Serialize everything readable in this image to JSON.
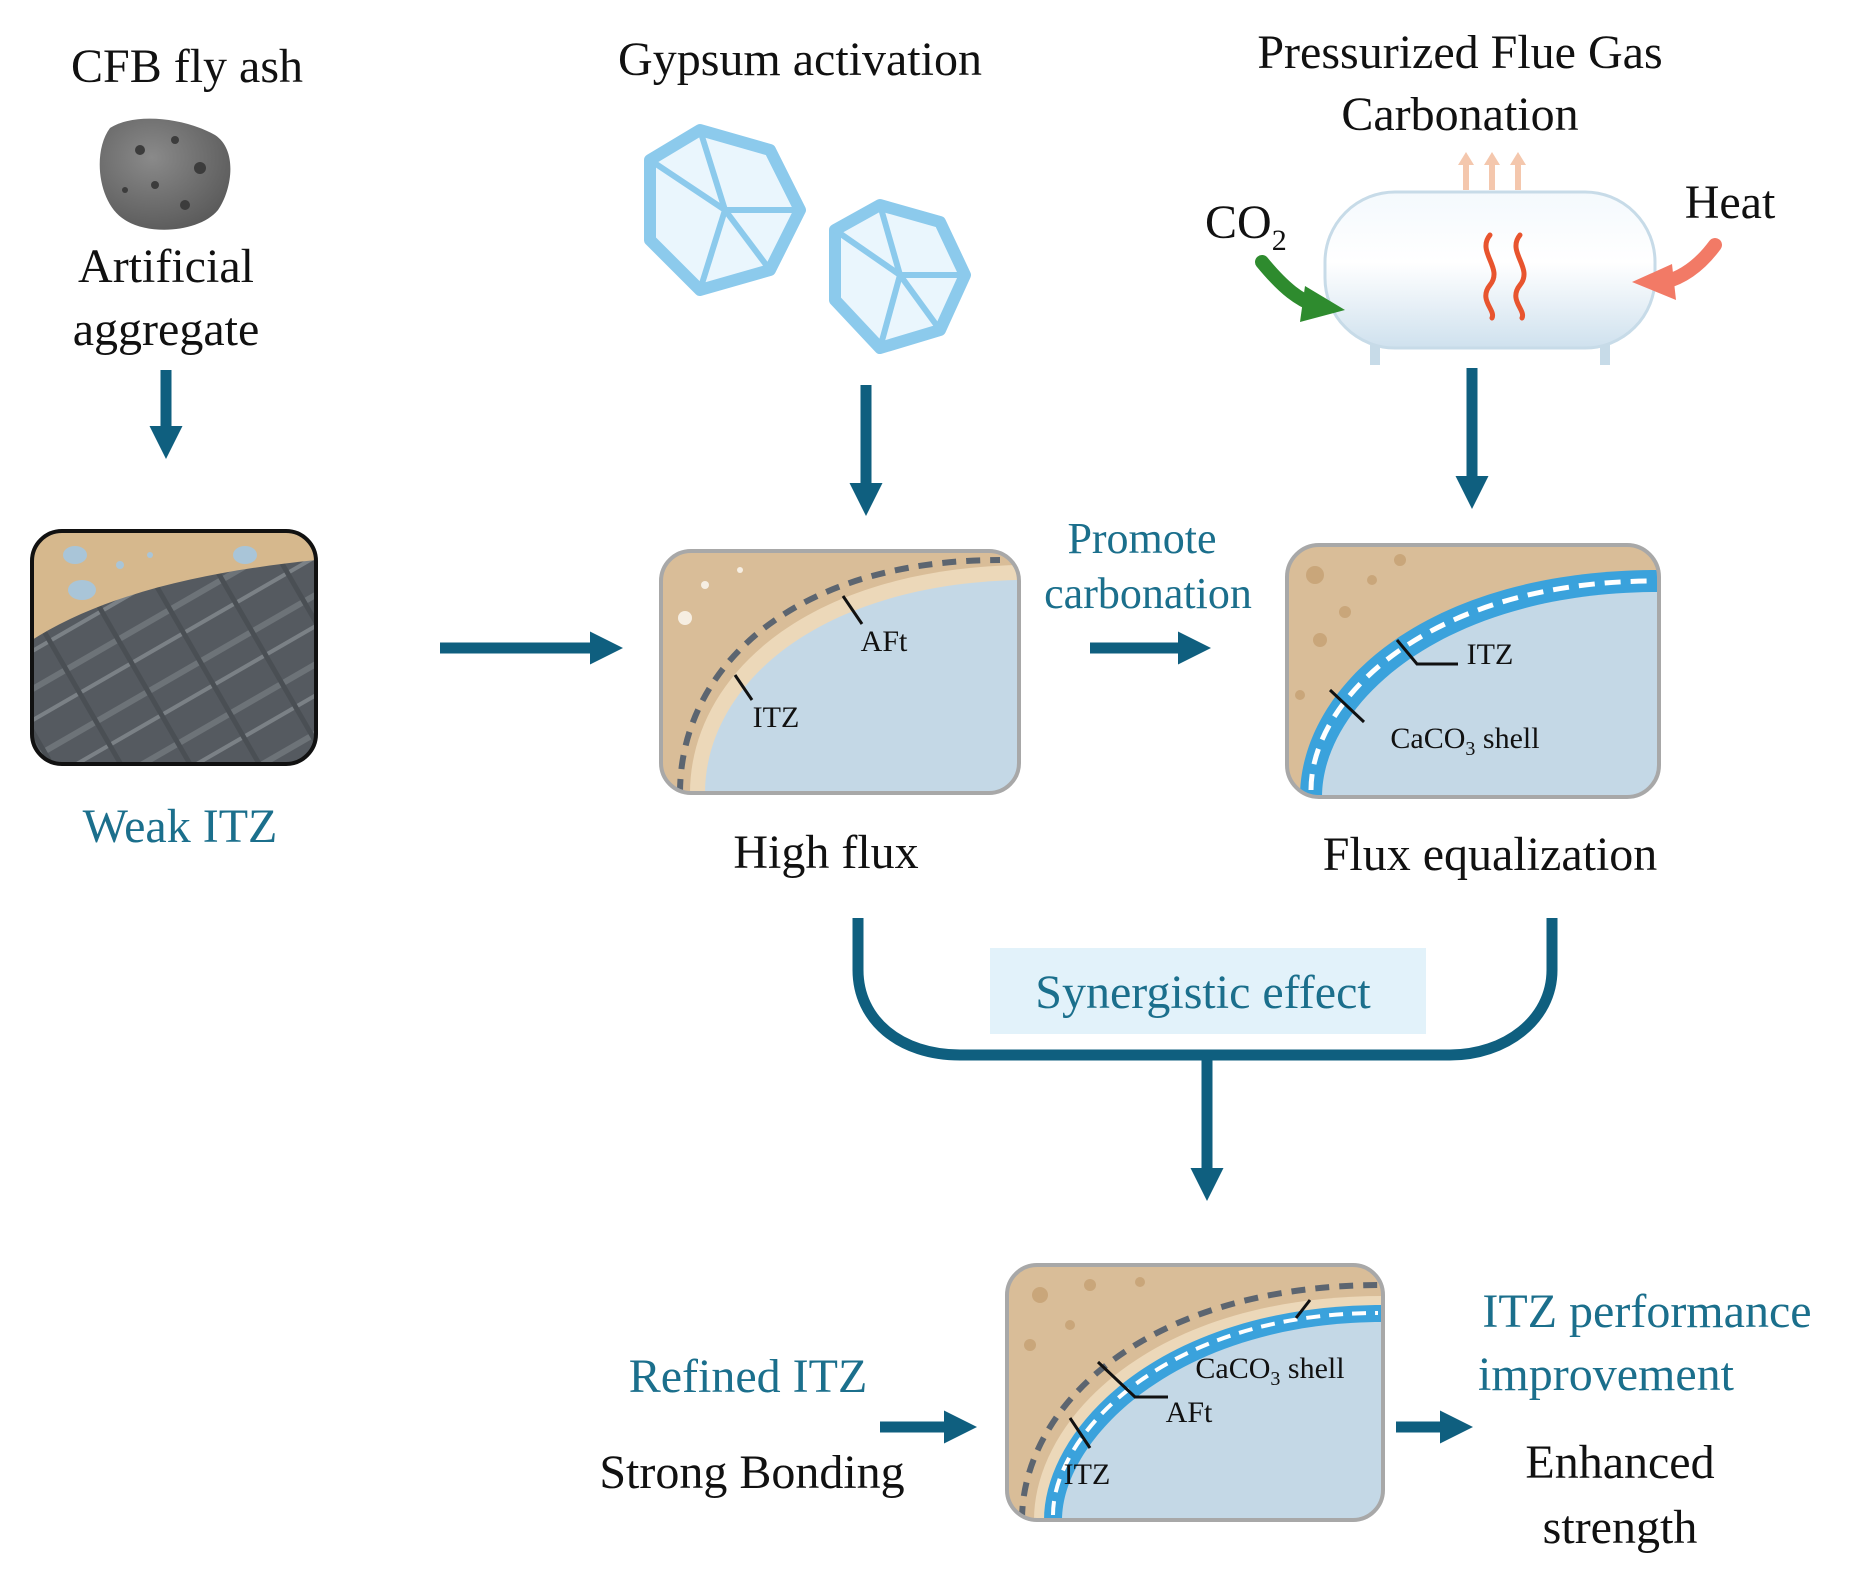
{
  "columns": {
    "raw_material": {
      "title": "CFB fly ash",
      "subtitle_line1": "Artificial",
      "subtitle_line2": "aggregate",
      "panel_caption": "Weak ITZ"
    },
    "gypsum": {
      "title": "Gypsum activation",
      "panel_labels": {
        "aft": "AFt",
        "itz": "ITZ"
      },
      "panel_caption": "High flux"
    },
    "carbonation": {
      "title_line1": "Pressurized Flue Gas",
      "title_line2": "Carbonation",
      "co2_label": "CO",
      "co2_subscript": "2",
      "heat_label": "Heat",
      "panel_labels": {
        "itz": "ITZ",
        "shell_prefix": "CaCO",
        "shell_subscript": "3",
        "shell_suffix": " shell"
      },
      "panel_caption": "Flux equalization"
    }
  },
  "connector": {
    "label_line1": "Promote",
    "label_line2": "carbonation"
  },
  "synergy": {
    "label": "Synergistic effect"
  },
  "result": {
    "left_line1": "Refined ITZ",
    "left_line2": "Strong Bonding",
    "panel_labels": {
      "shell_prefix": "CaCO",
      "shell_subscript": "3",
      "shell_suffix": " shell",
      "aft": "AFt",
      "itz": "ITZ"
    },
    "right_line1": "ITZ performance",
    "right_line2": "improvement",
    "right_line3": "Enhanced",
    "right_line4": "strength"
  },
  "colors": {
    "arrow": "#0f5f7f",
    "teal_text": "#1b6f8c",
    "sand": "#d8bc96",
    "aggregate_blue": "#c4d8e6",
    "calcite_blue": "#3aa2dc",
    "crystal_blue": "#8ccaec",
    "synergy_box": "#e2f2fa",
    "co2_arrow": "#2e8b2e",
    "heat_arrow": "#f27a66"
  },
  "icons": [
    "fly-ash-particle-icon",
    "gypsum-crystal-icon",
    "pressure-vessel-icon",
    "heat-wave-icon"
  ]
}
